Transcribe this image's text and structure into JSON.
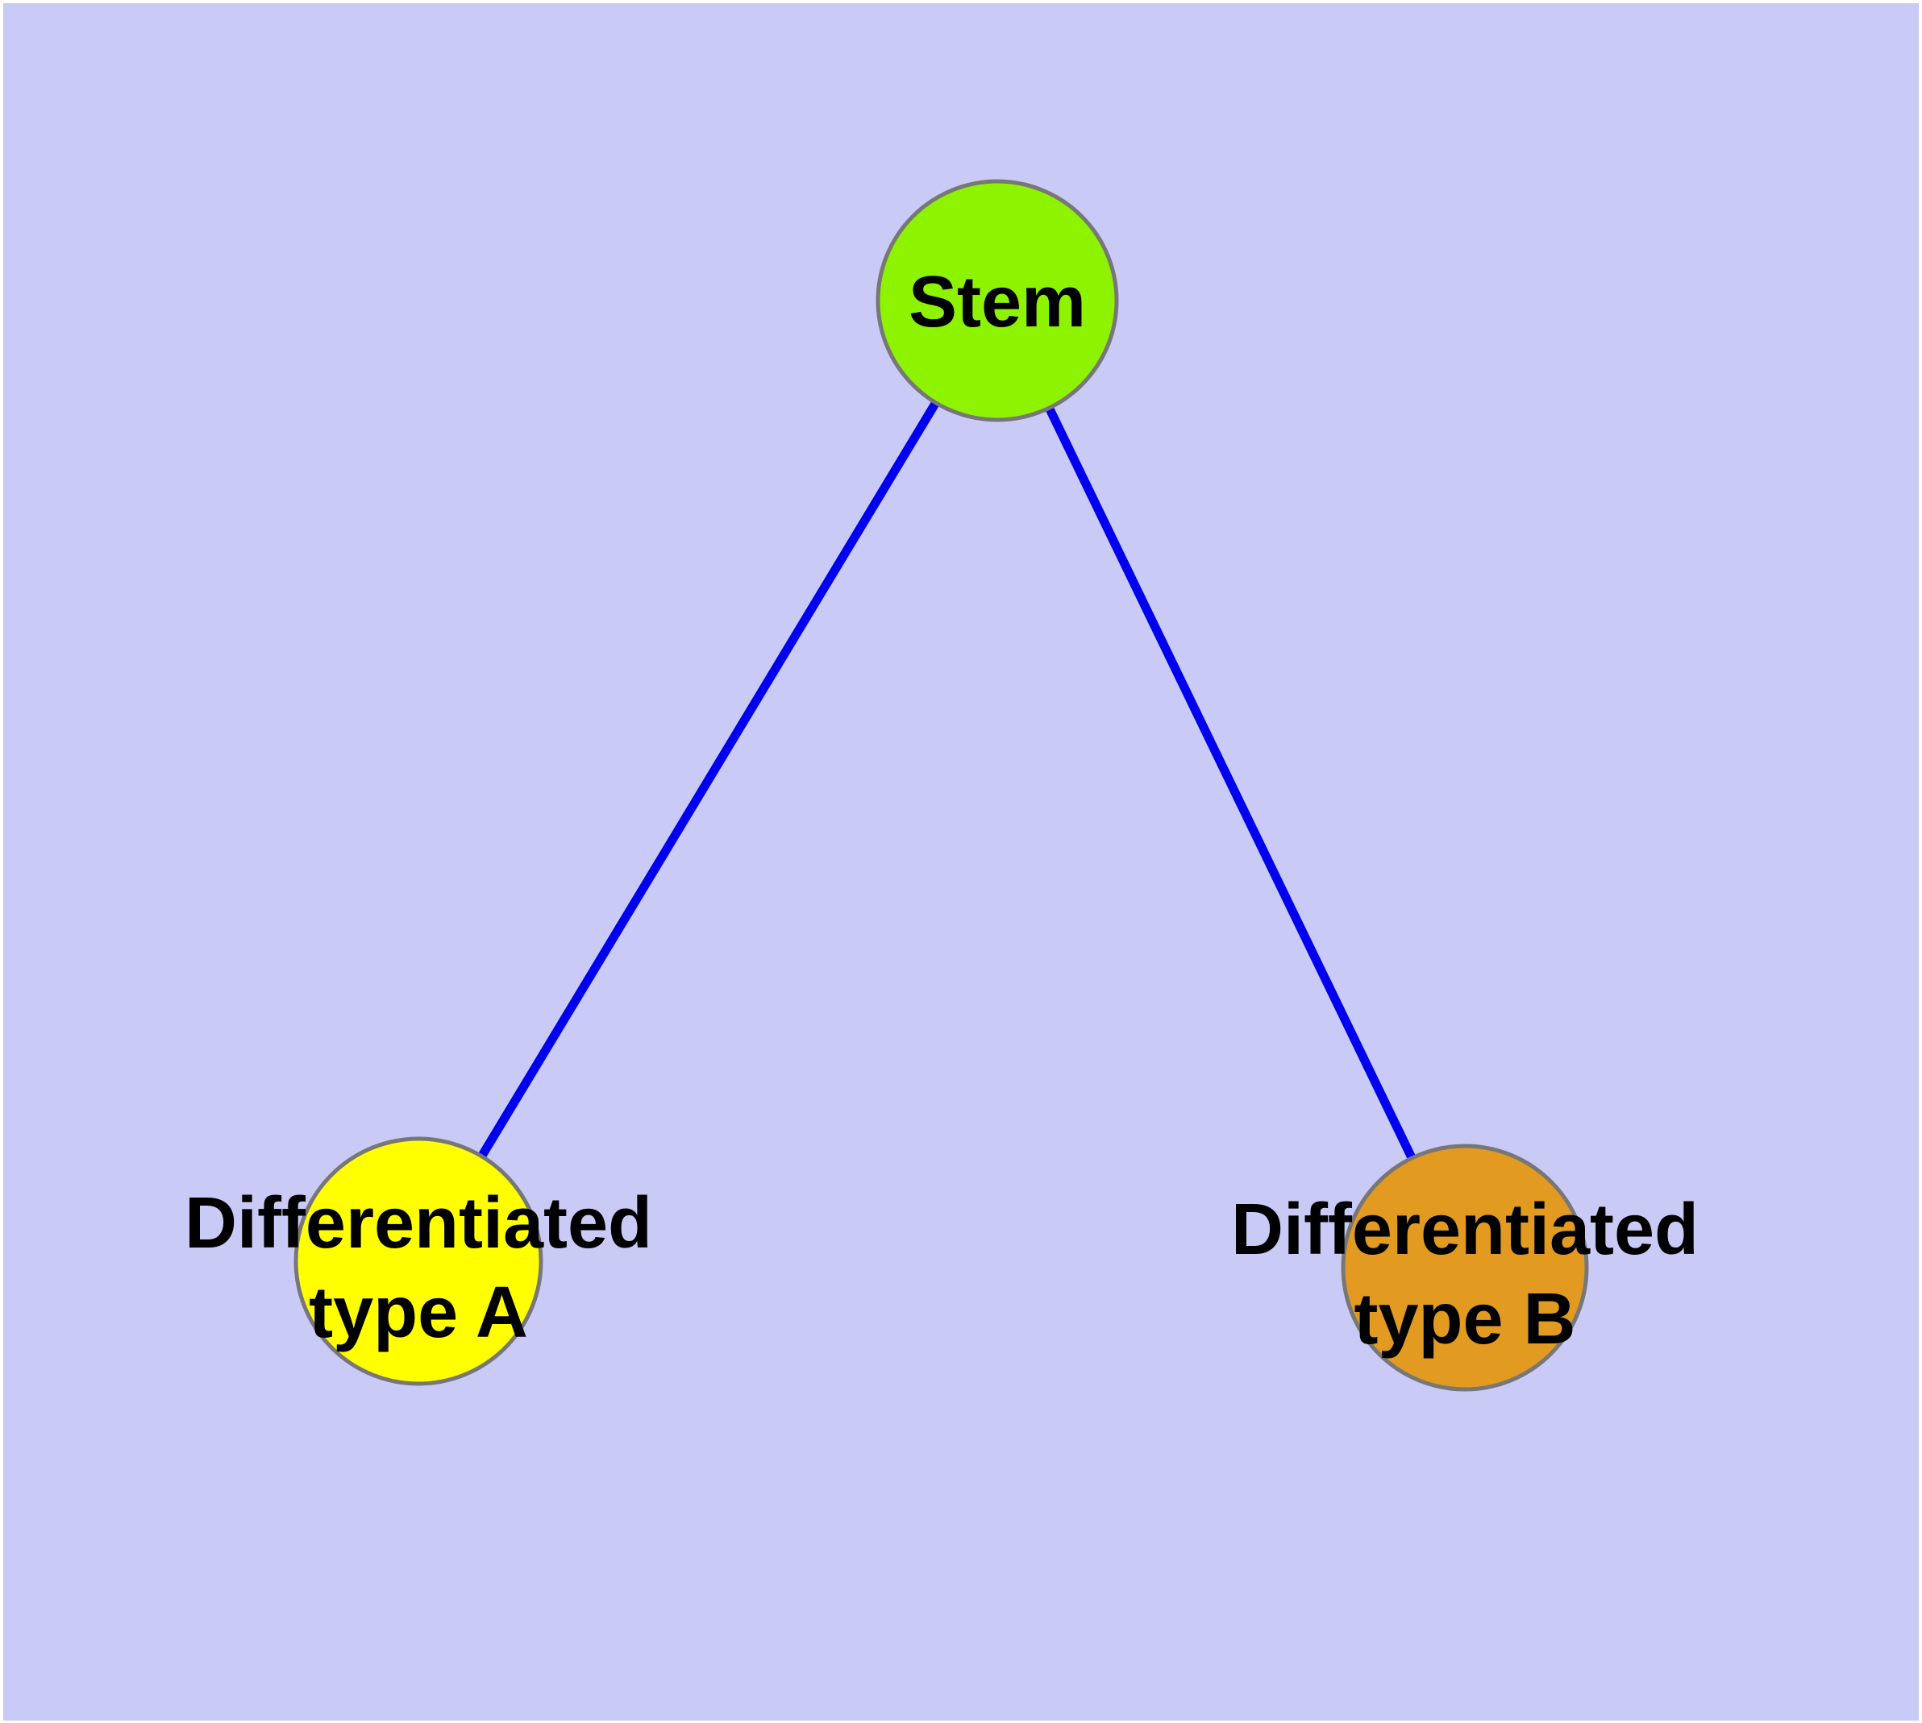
{
  "diagram": {
    "title": "stem cell differentiation graph",
    "background_color": "#cacaf7",
    "frame_color": "#ffffff",
    "edge_color": "#0000ee",
    "node_border_color": "#777777",
    "label_color": "#000000",
    "nodes": {
      "stem": {
        "label": "Stem",
        "fill_color": "#8df300"
      },
      "type_a": {
        "label_line1": "Differentiated",
        "label_line2": "type A",
        "fill_color": "#ffff00"
      },
      "type_b": {
        "label_line1": "Differentiated",
        "label_line2": "type B",
        "fill_color": "#e29a20"
      }
    },
    "edges": [
      {
        "from": "Stem",
        "to": "Differentiated type A"
      },
      {
        "from": "Stem",
        "to": "Differentiated type B"
      }
    ]
  }
}
